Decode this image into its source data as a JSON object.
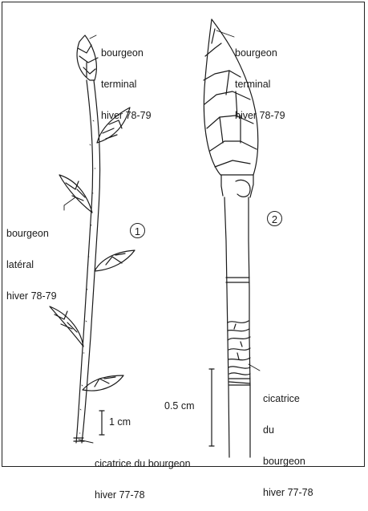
{
  "figure_1": {
    "number": "1",
    "terminal_label": [
      "bourgeon",
      "terminal",
      "hiver 78-79"
    ],
    "lateral_label": [
      "bourgeon",
      "latéral",
      "hiver 78-79"
    ],
    "scale_label": "1 cm",
    "scar_label": [
      "cicatrice du bourgeon",
      "hiver 77-78"
    ]
  },
  "figure_2": {
    "number": "2",
    "terminal_label": [
      "bourgeon",
      "terminal",
      "hiver 78-79"
    ],
    "scale_label": "0.5 cm",
    "scar_label": [
      "cicatrice",
      "du",
      "bourgeon",
      "hiver 77-78"
    ]
  },
  "colors": {
    "ink": "#1a1a1a",
    "paper": "#ffffff"
  }
}
